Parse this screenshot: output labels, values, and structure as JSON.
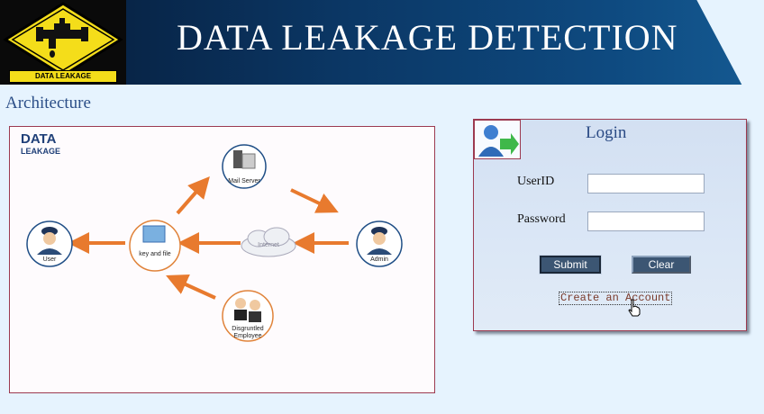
{
  "header": {
    "logo_caption": "DATA LEAKAGE",
    "title": "DATA LEAKAGE DETECTION"
  },
  "architecture": {
    "section_title": "Architecture",
    "diagram_logo_line1": "DATA",
    "diagram_logo_line2": "LEAKAGE",
    "nodes": {
      "mail_server": "Mail Server",
      "user": "User",
      "key_file": "key and file",
      "internet": "Internet",
      "admin": "Admin",
      "employee": "Disgruntled Employee"
    },
    "colors": {
      "arrow": "#e87a2e",
      "node_border": "#1f4e86",
      "key_border": "#e0833a",
      "employee_border": "#e0833a"
    }
  },
  "login": {
    "title": "Login",
    "userid_label": "UserID",
    "password_label": "Password",
    "userid_value": "",
    "password_value": "",
    "submit_label": "Submit",
    "clear_label": "Clear",
    "create_account_label": "Create an Account",
    "colors": {
      "button_bg": "#3c5673",
      "panel_border": "#9c3a50"
    }
  },
  "icons": [
    "data-leakage-faucet-icon",
    "login-user-icon",
    "hand-pointer-cursor-icon"
  ]
}
